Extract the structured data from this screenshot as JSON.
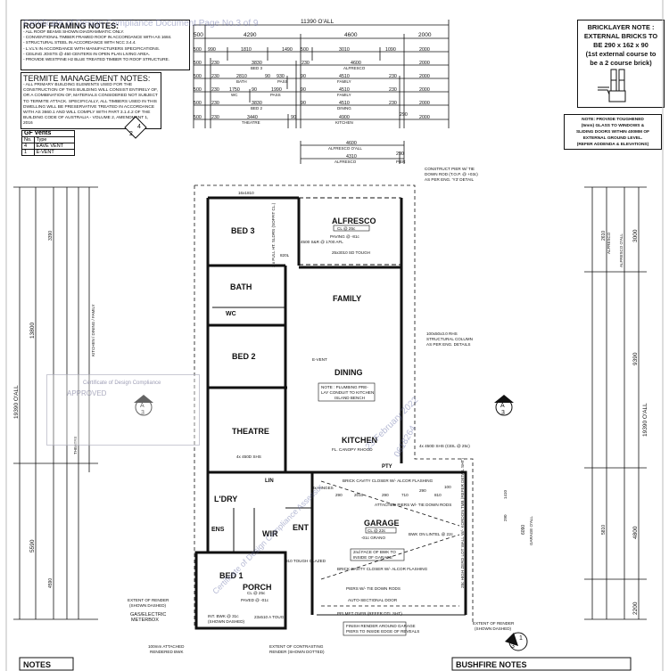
{
  "watermark": {
    "header": "Certificate of Design Compliance Document Page No.3 of 9",
    "diagonal_1": "Certificate of Design Compliance Assessor",
    "diagonal_2": "23 February 2022",
    "diagonal_3": "0618264"
  },
  "stamp": {
    "title": "Certificate of Design Compliance",
    "status": "APPROVED"
  },
  "roof_notes": {
    "title": "ROOF FRAMING NOTES:",
    "lines": [
      "- ALL ROOF BEAMS SHOWN DIAGRAMMATIC ONLY.",
      "- CONVENTIONAL TIMBER FRAMED ROOF IN ACCORDANCE WITH AS 1684.",
      "- STRUCTURAL STEEL IN ACCORDANCE WITH NCC 3.4.4.",
      "- L.V.L's IN ACCORDANCE WITH MANUFACTURERS SPECIFICATIONS.",
      "- CEILING JOISTS @ 450 CENTERS IN OPEN PLAN LIVING AREA.",
      "- PROVIDE WESTFINE H2 BLUE TREATED TIMBER TO ROOF STRUCTURE."
    ]
  },
  "termite_notes": {
    "title": "TERMITE MANAGEMENT NOTES:",
    "text": "- ALL PRIMARY BUILDING ELEMENTS USED FOR THE CONSTRUCTION OF THIS BUILDING WILL CONSIST ENTIRELY OF, OR A COMBINATION OF, MATERIALS CONSIDERED NOT SUBJECT TO TERMITE ATTACK. SPECIFICALLY, ALL TIMBERS USED IN THIS DWELLING WILL BE PRESERVATIVE TREATED IN ACCORDANCE WITH AS 3660.1 AND WILL COMPLY WITH PART 3.1.4.2 OF THE BUILDING CODE OF AUSTRALIA - VOLUME 2, AMENDMENT 1, 2016"
  },
  "vents": {
    "title": "GF Vents",
    "headers": [
      "No.",
      "Type"
    ],
    "rows": [
      [
        "4",
        "EAVE VENT"
      ],
      [
        "1",
        "E-VENT"
      ]
    ]
  },
  "bricklayer_note": {
    "lines": [
      "BRICKLAYER NOTE :",
      "EXTERNAL BRICKS TO",
      "BE 290 x 162 x 90",
      "(1st external course to",
      "be a 2 course brick)"
    ]
  },
  "glass_note": {
    "lines": [
      "NOTE: PROVIDE TOUGHENED",
      "(5mm) GLASS TO WINDOWS &",
      "SLIDING DOORS WITHIN 400MM OF",
      "EXTERNAL GROUND LEVEL.",
      "(REFER ADDENDA & ELEVATIONS)"
    ]
  },
  "dimensions": {
    "overall": "11390 O'ALL",
    "row1": [
      "500",
      "4290",
      "4600",
      "2000"
    ],
    "row2": [
      "500",
      "990",
      "1810",
      "1490",
      "500",
      "3010",
      "1090",
      "2000"
    ],
    "row3": [
      "500",
      "230",
      "3830",
      "BED 3",
      "230",
      "4600",
      "ALFRESCO",
      "2000"
    ],
    "row4": [
      "500",
      "230",
      "2810",
      "BATH",
      "90",
      "930",
      "PASS",
      "90",
      "4510",
      "FAMILY",
      "230",
      "2000"
    ],
    "row5": [
      "500",
      "230",
      "1750",
      "WC",
      "90",
      "1990",
      "PASS",
      "90",
      "4510",
      "FAMILY",
      "230",
      "2000"
    ],
    "row6": [
      "500",
      "230",
      "3830",
      "BED 2",
      "90",
      "4510",
      "DINING",
      "230",
      "2000"
    ],
    "row7": [
      "500",
      "230",
      "3440",
      "THEATRE",
      "90",
      "4900",
      "KITCHEN",
      "290",
      "2000"
    ],
    "alfresco_oall": [
      "4600",
      "ALFRESCO O'ALL",
      "4310",
      "290",
      "ALFRESCO",
      "PIER"
    ],
    "left": [
      "13800",
      "19390 O'ALL",
      "5590",
      "3390",
      "4590",
      "THEATRE",
      "KITCHEN / DINING / FAMILY"
    ],
    "right": [
      "9390",
      "19390 O'ALL",
      "3000",
      "4800",
      "2200",
      "2610",
      "ALFRESCO",
      "ALFRESCO O'ALL",
      "5810",
      "6090",
      "GARAGE O'ALL",
      "1410",
      "290"
    ]
  },
  "rooms": {
    "bed3": "BED 3",
    "alfresco": "ALFRESCO",
    "bath": "BATH",
    "wc": "WC",
    "family": "FAMILY",
    "bed2": "BED 2",
    "dining": "DINING",
    "theatre": "THEATRE",
    "kitchen": "KITCHEN",
    "pty": "PTY",
    "lin": "LIN",
    "ldry": "L'DRY",
    "garage": "GARAGE",
    "ens": "ENS",
    "wir": "WIR",
    "ent": "ENT",
    "bed1": "BED 1",
    "porch": "PORCH"
  },
  "annotations": {
    "alfresco_cl": "CL @ 25c",
    "alfresco_paving": "PAVING @ -81c",
    "construct_pier": [
      "CONSTRUCT PIER W/ TIE",
      "DOWN ROD (T.O.P. @ +03c)",
      "AS PER ENG. 'Y3' DETAIL"
    ],
    "window_bed3": "16x1810",
    "sliders": "2 x FULL HT. SLDRS (SOFFIT CL.)",
    "sr_4500": "4500 S&R @ 1700 AFL",
    "sd": "25x3010 SD TOUGH",
    "door_820": "820L",
    "plumbing_note": [
      "NOTE : PLUMBING PRE-",
      "LAY CONDUIT TO KITCHEN",
      "ISLAND BENCH"
    ],
    "column_note": [
      "100x50x3.0 RHS",
      "STRUCTURAL COLUMN",
      "AS PER ENG. DETAILS"
    ],
    "event": "E-VENT",
    "canopy": "FL. CANOPY RHOOD",
    "shs_theatre": "4x 450D SHS",
    "shs_kitchen": "4x 450D SHS (CEIL @ 25c)",
    "cavity_closer_1": "BRICK CAVITY CLOSER W/- ALCOR FLASHING",
    "hinges": "3x HINGES",
    "attached_piers": "ATTACHED PIERS W/- TIE DOWN RODS",
    "garage_cl": "CL @ 22c",
    "garage_floor": "-01c GRANO",
    "bwk_lintel": "BWK ON LINTEL @ 22c",
    "face_bwk": [
      "2nd FACE OF BWK TO",
      "INSIDE OF GARAGE"
    ],
    "cavity_closer_2": "BRICK CAVITY CLOSER W/- ALCOR FLASHING",
    "piers_tie": "PIERS W/- TIE DOWN RODS",
    "auto_door": "AUTO-SECTIONAL DOOR",
    "pelmet": "PELMET OVER (REFER DTL SHT)",
    "finish_render": [
      "FINISH RENDER AROUND GARAGE",
      "PIERS TO INSIDE EDGE OF REVEALS"
    ],
    "zero_lot": "28c HIGH ZERO LOT WALL W/- KORDON TMB (REFER DETAIL SHT)",
    "render_left": [
      "EXTENT OF RENDER",
      "(SHOWN DASHED)"
    ],
    "meterbox": [
      "GAS/ELECTRIC",
      "METERBOX"
    ],
    "render_right": [
      "EXTENT OF RENDER",
      "(SHOWN DASHED)"
    ],
    "attached_bwk": [
      "100mm ATTACHED",
      "RENDERED BWK"
    ],
    "contrasting": [
      "EXTENT OF CONTRASTING",
      "RENDER (SHOWN DOTTED)"
    ],
    "porch_cl": "CL @ 25c",
    "porch_paved": "PAVED @ -01c",
    "int_bwk": [
      "INT. BWK @ 31c",
      "(SHOWN DASHED)"
    ],
    "tough_a": "23x510 A TOUGH",
    "tough_glazed": "910 TOUGH GLAZED",
    "dims_garage": [
      "290",
      "2010",
      "290",
      "710",
      "290",
      "810",
      "100"
    ]
  },
  "section_markers": [
    {
      "num": "4",
      "sheet": "2"
    },
    {
      "num": "A",
      "sheet": "3"
    },
    {
      "num": "A",
      "sheet": "3"
    },
    {
      "num": "1",
      "sheet": "3"
    }
  ],
  "footer": {
    "left": "NOTES",
    "right": "BUSHFIRE NOTES"
  }
}
